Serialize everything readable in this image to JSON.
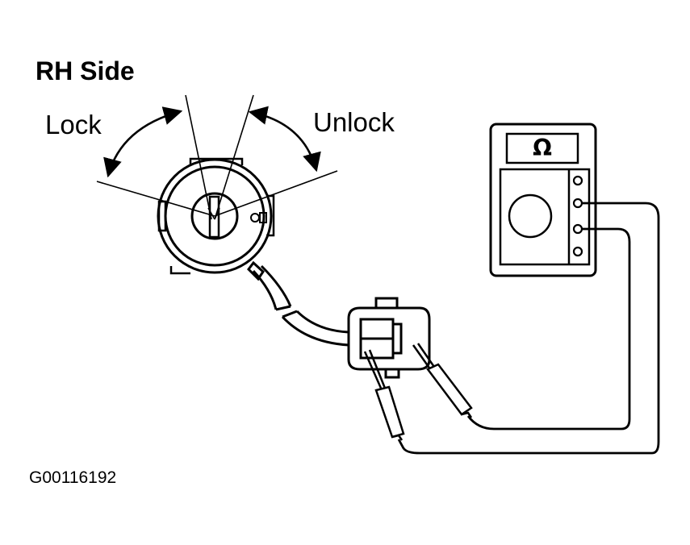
{
  "title": "RH Side",
  "labels": {
    "lock": "Lock",
    "unlock": "Unlock"
  },
  "meter": {
    "symbol": "Ω"
  },
  "figure_id": "G00116192",
  "colors": {
    "line": "#000000",
    "background": "#ffffff"
  }
}
